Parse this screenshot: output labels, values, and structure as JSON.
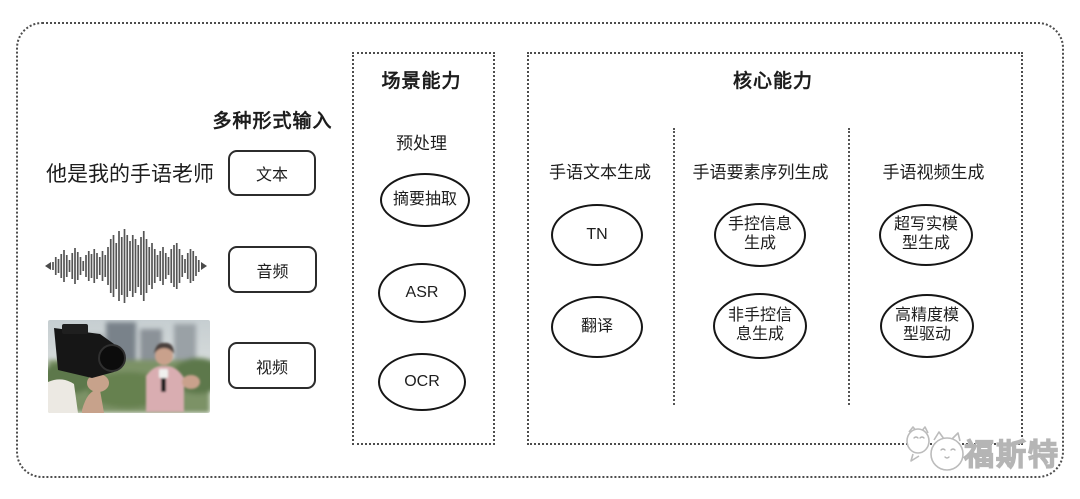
{
  "diagram": {
    "input": {
      "heading": "多种形式输入",
      "text_sample": "他是我的手语老师",
      "modes": [
        {
          "label": "文本"
        },
        {
          "label": "音频"
        },
        {
          "label": "视频"
        }
      ]
    },
    "scene": {
      "title": "场景能力",
      "stage_label": "预处理",
      "nodes": [
        "摘要抽取",
        "ASR",
        "OCR"
      ]
    },
    "core": {
      "title": "核心能力",
      "columns": [
        {
          "header": "手语文本生成",
          "nodes": [
            "TN",
            "翻译"
          ]
        },
        {
          "header": "手语要素序列生成",
          "nodes": [
            "手控信息生成",
            "非手控信息生成"
          ]
        },
        {
          "header": "手语视频生成",
          "nodes": [
            "超写实模型生成",
            "高精度模型驱动"
          ]
        }
      ]
    },
    "watermark": {
      "brand": "福斯特"
    },
    "icons": {
      "waveform": "audio-waveform-icon",
      "photo": "video-frame-photo",
      "mascot": "mascot-cats-icon"
    },
    "colors": {
      "ink": "#1d1d1d",
      "frame": "#4d4d4d",
      "watermark": "#b5b5b5"
    }
  }
}
